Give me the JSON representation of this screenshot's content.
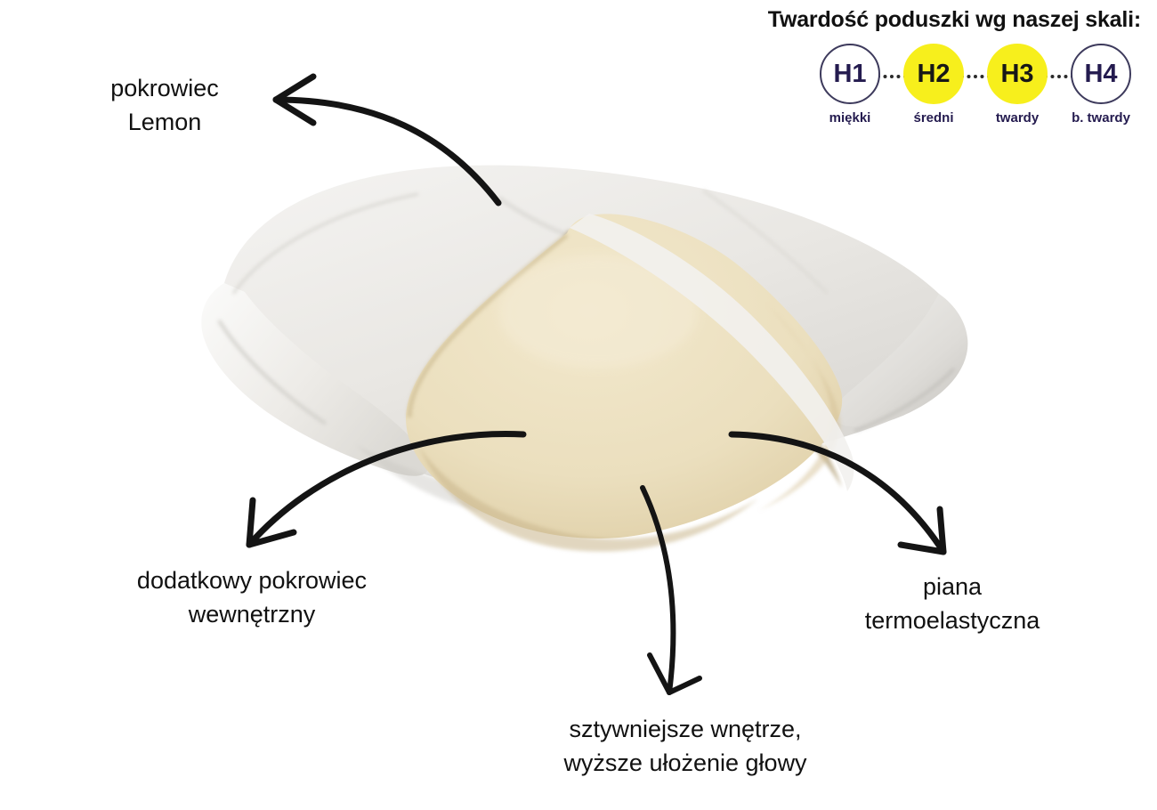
{
  "scale": {
    "title": "Twardość poduszki wg naszej skali:",
    "steps": [
      {
        "code": "H1",
        "label": "miękki",
        "active": false
      },
      {
        "code": "H2",
        "label": "średni",
        "active": true
      },
      {
        "code": "H3",
        "label": "twardy",
        "active": true
      },
      {
        "code": "H4",
        "label": "b. twardy",
        "active": false
      }
    ],
    "active_color": "#F7EF1C",
    "inactive_text_color": "#241B4F",
    "active_text_color": "#171717"
  },
  "callouts": {
    "cover": "pokrowiec\nLemon",
    "inner_cover": "dodatkowy pokrowiec\nwewnętrzny",
    "core": "sztywniejsze wnętrze,\nwyższe ułożenie głowy",
    "foam": "piana\ntermoelastyczna"
  },
  "illustration": {
    "subject": "memory-foam pillow cut-away",
    "cover_color": "#E9E7E3",
    "cover_shadow_color": "#C9C7C3",
    "foam_color": "#EBDFBE",
    "foam_shadow_color": "#D8C9A0",
    "arrow_color": "#141414"
  }
}
